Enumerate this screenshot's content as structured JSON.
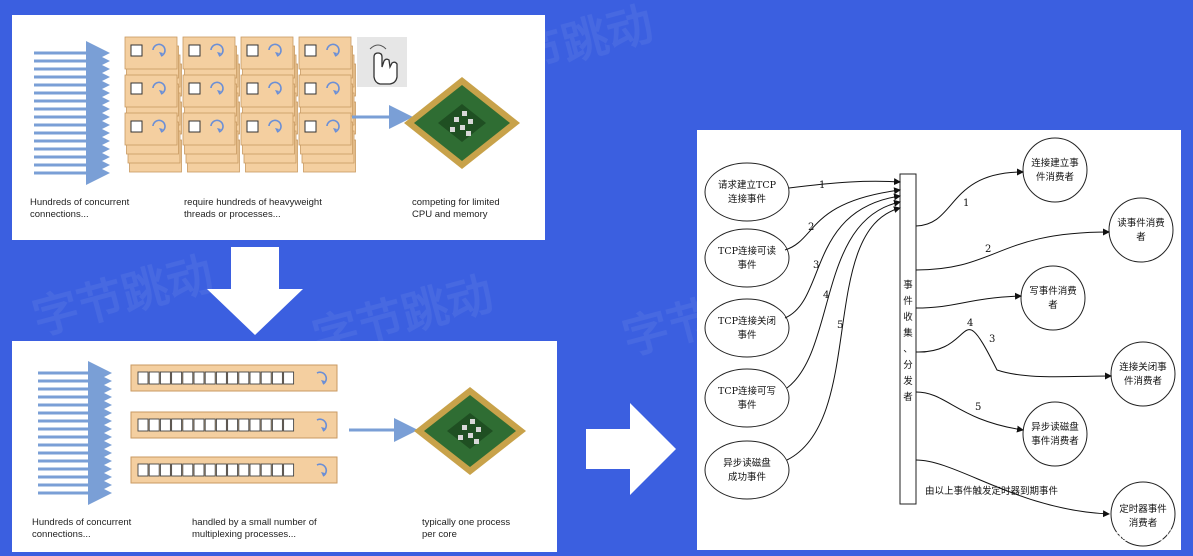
{
  "colors": {
    "background": "#3b5fe0",
    "panel": "#ffffff",
    "arrow_blue": "#7a9fd6",
    "worker_box": "#f4cfa0",
    "big_arrow": "#ffffff"
  },
  "thread_model": {
    "caption_connections": "Hundreds of concurrent\nconnections...",
    "caption_threads": "require hundreds of heavyweight\nthreads or processes...",
    "caption_cpu": "competing for limited\nCPU and memory",
    "icons": [
      "connection-arrows-icon",
      "thread-boxes-icon",
      "hand-cursor-icon",
      "cpu-chip-icon"
    ]
  },
  "multiplex_model": {
    "caption_connections": "Hundreds of concurrent\nconnections...",
    "caption_processes": "handled by a small number of\nmultiplexing processes...",
    "caption_cpu": "typically one process\nper core",
    "icons": [
      "connection-arrows-icon",
      "multiplex-queue-icon",
      "cpu-chip-icon"
    ]
  },
  "event_diagram": {
    "sources": [
      {
        "label_line1": "请求建立TCP",
        "label_line2": "连接事件",
        "number": "1"
      },
      {
        "label_line1": "TCP连接可读",
        "label_line2": "事件",
        "number": "2"
      },
      {
        "label_line1": "TCP连接关闭",
        "label_line2": "事件",
        "number": "3"
      },
      {
        "label_line1": "TCP连接可写",
        "label_line2": "事件",
        "number": "4"
      },
      {
        "label_line1": "异步读磁盘",
        "label_line2": "成功事件",
        "number": "5"
      }
    ],
    "dispatcher_chars": [
      "事",
      "件",
      "收",
      "集",
      "、",
      "分",
      "发",
      "者"
    ],
    "consumers": [
      {
        "label_line1": "连接建立事",
        "label_line2": "件消费者",
        "number": "1"
      },
      {
        "label_line1": "读事件消费",
        "label_line2": "者",
        "number": "2"
      },
      {
        "label_line1": "写事件消费",
        "label_line2": "者",
        "number": "4"
      },
      {
        "label_line1": "连接关闭事",
        "label_line2": "件消费者",
        "number": "3"
      },
      {
        "label_line1": "异步读磁盘",
        "label_line2": "事件消费者",
        "number": "5"
      },
      {
        "label_line1": "定时器事件",
        "label_line2": "消费者",
        "number": ""
      }
    ],
    "timer_note": "由以上事件触发定时器到期事件"
  },
  "watermark": "@稀土掘金技术社区",
  "background_watermark": "字节跳动"
}
